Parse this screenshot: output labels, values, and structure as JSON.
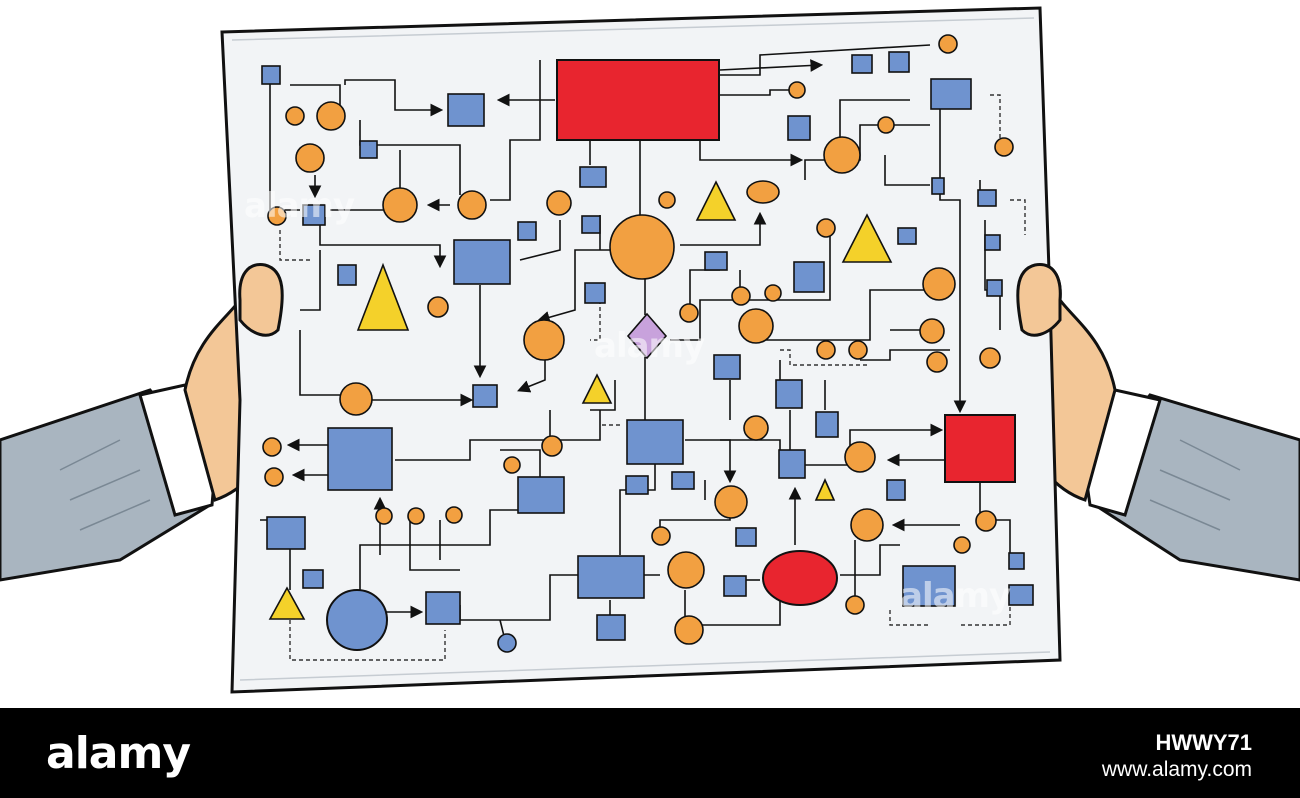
{
  "footer": {
    "logo": "alamy",
    "image_id": "HWWY71",
    "url": "www.alamy.com"
  },
  "watermark": {
    "text": "alamy"
  },
  "colors": {
    "box_blue": "#6f93cf",
    "node_orange": "#f2a041",
    "accent_red": "#e8252f",
    "triangle_yellow": "#f4d12a",
    "diamond_purple": "#c8a2dc",
    "sleeve_gray": "#a9b5c0",
    "skin": "#f3c797",
    "paper": "#f2f4f6"
  },
  "illustration": {
    "subject": "hands-holding-flowchart-sheet"
  }
}
